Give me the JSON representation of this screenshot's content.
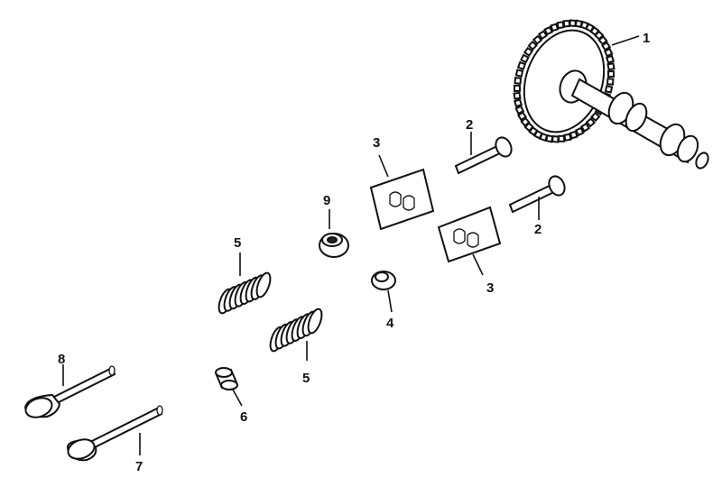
{
  "labels": {
    "camshaft": "1",
    "tappet_a": "2",
    "tappet_b": "2",
    "keepers_a": "3",
    "keepers_b": "3",
    "spring_cap": "4",
    "spring_a": "5",
    "spring_b": "5",
    "valve_guide_seal": "6",
    "valve_7": "7",
    "valve_8": "8",
    "rotator": "9"
  }
}
